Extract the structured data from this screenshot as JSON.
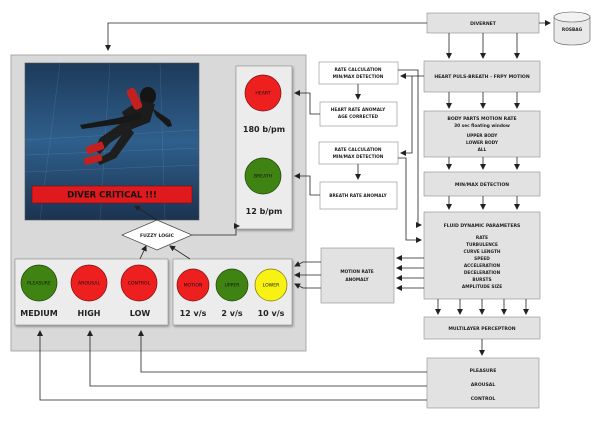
{
  "colors": {
    "red": "#ee1f1f",
    "green": "#3f8412",
    "yellow": "#f8f214",
    "panel": "#d9d9d9",
    "box": "#e2e2e2",
    "critical": "#e0191c",
    "scene": "#2c4e72"
  },
  "top": {
    "divernet": "DIVERNET",
    "database": "ROSBAG"
  },
  "right": {
    "heart_pulse": "HEART PULS-BREATH - FRPY MOTION",
    "body_parts_title": "BODY PARTS  MOTION RATE",
    "body_parts_window": "30 sec floating window",
    "body_parts_items": [
      "UPPER BODY",
      "LOWER BODY",
      "ALL"
    ],
    "minmax": "MIN/MAX DETECTION",
    "fluid_title": "FLUID DYNAMIC PARAMETERS",
    "fluid_items": [
      "RATE",
      "TURBULENCE",
      "CURVE LENGTH",
      "SPEED",
      "ACCELERATION",
      "DECELERATION",
      "BURSTS",
      "AMPLITUDE SIZE"
    ],
    "mlp": "MULTILAYER PERCEPTRON",
    "outputs": [
      "PLEASURE",
      "AROUSAL",
      "CONTROL"
    ]
  },
  "middle": {
    "rate_calc_1": [
      "RATE CALCULATION",
      "MIN/MAX DETECTION"
    ],
    "hr_anomaly": [
      "HEART RATE ANOMALY",
      "AGE CORRECTED"
    ],
    "rate_calc_2": [
      "RATE CALCULATION",
      "MIN/MAX DETECTION"
    ],
    "breath_anomaly": "BREATH RATE ANOMALY",
    "motion_anomaly": [
      "MOTION RATE",
      "ANOMALY"
    ]
  },
  "display": {
    "alert": "DIVER CRITICAL !!!",
    "fuzzy": "FUZZY LOGIC",
    "heart_label": "HEART",
    "heart_value": "180 b/pm",
    "breath_label": "BREATH",
    "breath_value": "12 b/pm",
    "emotions": [
      {
        "label": "PLEASURE",
        "value": "MEDIUM",
        "color": "#3f8412"
      },
      {
        "label": "AROUSAL",
        "value": "HIGH",
        "color": "#ee1f1f"
      },
      {
        "label": "CONTROL",
        "value": "LOW",
        "color": "#ee1f1f"
      }
    ],
    "motions": [
      {
        "label": "MOTION",
        "value": "12 v/s",
        "color": "#ee1f1f"
      },
      {
        "label": "UPPER",
        "value": "2 v/s",
        "color": "#3f8412"
      },
      {
        "label": "LOWER",
        "value": "10 v/s",
        "color": "#f8f214"
      }
    ]
  }
}
